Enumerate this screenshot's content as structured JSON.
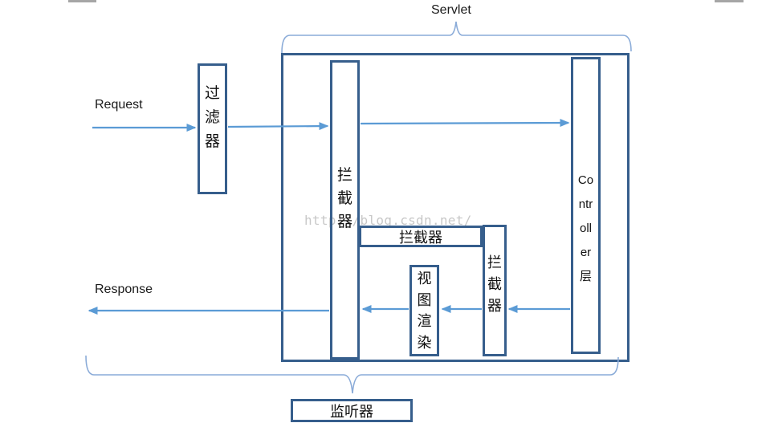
{
  "labels": {
    "servlet": "Servlet",
    "request": "Request",
    "response": "Response"
  },
  "nodes": {
    "filter": "过滤器",
    "interceptor_left": "拦截器",
    "interceptor_mid": "拦截器",
    "interceptor_right": "拦截器",
    "view_render": "视图渲染",
    "controller_full": "Controller层",
    "controller_lines": [
      "Co",
      "ntr",
      "oll",
      "er",
      "层"
    ],
    "listener": "监听器"
  },
  "watermark": "http://blog.csdn.net/",
  "colors": {
    "box_border": "#365e8c",
    "arrow_blue": "#5b9bd5",
    "brace_blue": "#8aabd8",
    "watermark_gray": "#c8c8c8",
    "artifact_gray": "#a6a6a6"
  }
}
